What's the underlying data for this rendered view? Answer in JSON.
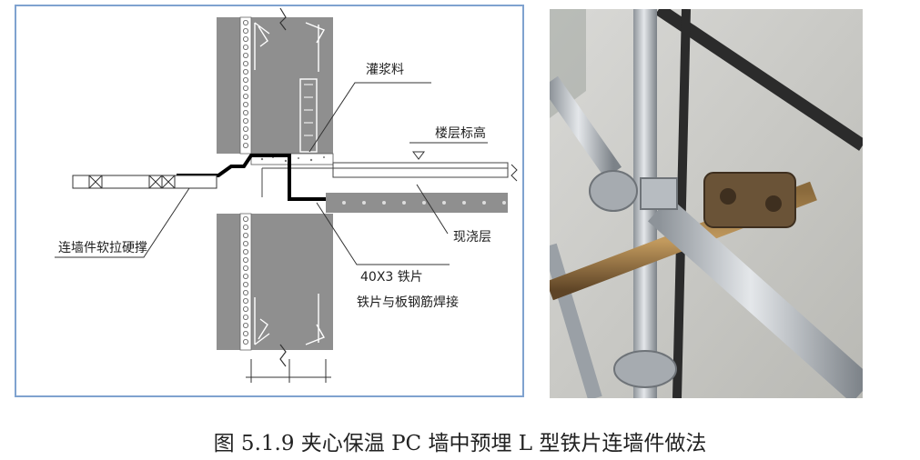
{
  "diagram": {
    "labels": {
      "grout": "灌浆料",
      "floor_level": "楼层标高",
      "tie_brace": "连墙件软拉硬撑",
      "cast_in_place": "现浇层",
      "steel_plate": "40X3 铁片",
      "weld_note": "铁片与板钢筋焊接"
    }
  },
  "photo": {
    "subject": "scaffold-wall-tie-photo"
  },
  "caption": {
    "text": "图 5.1.9  夹心保温 PC 墙中预埋 L 型铁片连墙件做法"
  }
}
